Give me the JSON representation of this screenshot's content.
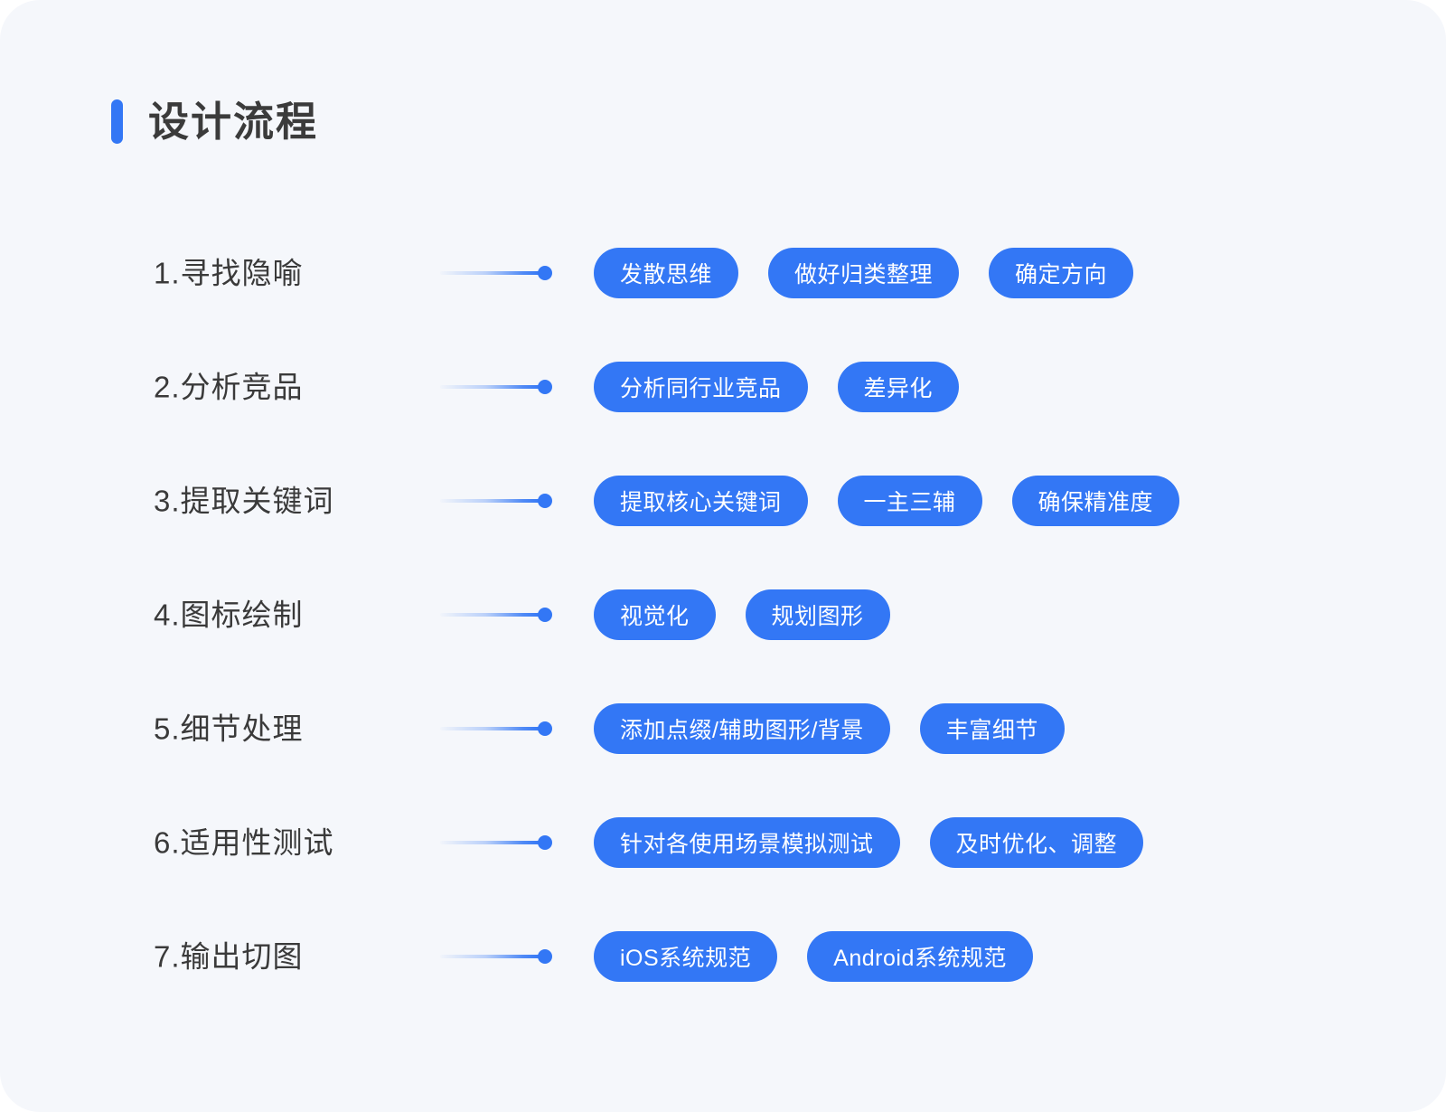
{
  "header": {
    "title": "设计流程",
    "accent_color": "#3377f5"
  },
  "theme": {
    "card_background": "#f5f7fb",
    "pill_background": "#3377f5",
    "pill_text_color": "#ffffff",
    "label_text_color": "#3a3a3a"
  },
  "flow": {
    "steps": [
      {
        "label": "1.寻找隐喻",
        "pills": [
          "发散思维",
          "做好归类整理",
          "确定方向"
        ]
      },
      {
        "label": "2.分析竞品",
        "pills": [
          "分析同行业竞品",
          "差异化"
        ]
      },
      {
        "label": "3.提取关键词",
        "pills": [
          "提取核心关键词",
          "一主三辅",
          "确保精准度"
        ]
      },
      {
        "label": "4.图标绘制",
        "pills": [
          "视觉化",
          "规划图形"
        ]
      },
      {
        "label": "5.细节处理",
        "pills": [
          "添加点缀/辅助图形/背景",
          "丰富细节"
        ]
      },
      {
        "label": "6.适用性测试",
        "pills": [
          "针对各使用场景模拟测试",
          "及时优化、调整"
        ]
      },
      {
        "label": "7.输出切图",
        "pills": [
          "iOS系统规范",
          "Android系统规范"
        ]
      }
    ]
  }
}
